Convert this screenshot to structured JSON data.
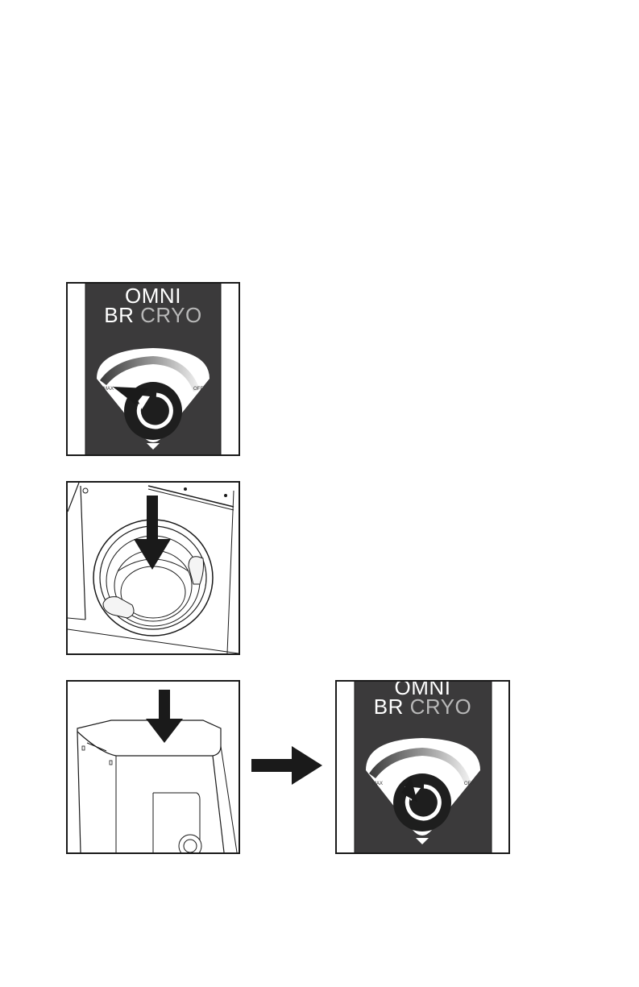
{
  "knob_panel_top": {
    "brand_line1": "OMNI",
    "brand_line2_a": "BR",
    "brand_line2_b": "CRYO",
    "scale_max": "MAX",
    "scale_off": "OFF",
    "icons": [
      "rotate-counterclockwise-icon",
      "pointer-triangle-icon"
    ]
  },
  "bowl_panel": {
    "icons": [
      "down-arrow-icon"
    ]
  },
  "lid_panel": {
    "icons": [
      "down-arrow-icon"
    ]
  },
  "knob_panel_bottom": {
    "brand_line1": "OMNI",
    "brand_line2_a": "BR",
    "brand_line2_b": "CRYO",
    "scale_max": "MAX",
    "scale_off": "OFF",
    "icons": [
      "rotate-counterclockwise-icon"
    ]
  },
  "colors": {
    "plate": "#3b3a3b",
    "ink": "#1a1a1a",
    "paper": "#ffffff"
  }
}
